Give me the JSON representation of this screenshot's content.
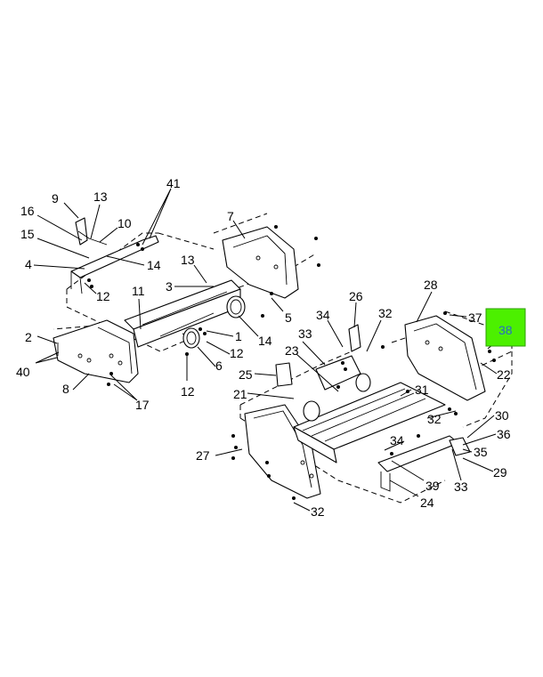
{
  "diagram": {
    "highlight_color": "#4cf000",
    "highlighted_callout": "38",
    "callouts": [
      {
        "id": "c9",
        "text": "9"
      },
      {
        "id": "c13a",
        "text": "13"
      },
      {
        "id": "c41",
        "text": "41"
      },
      {
        "id": "c16",
        "text": "16"
      },
      {
        "id": "c10",
        "text": "10"
      },
      {
        "id": "c7",
        "text": "7"
      },
      {
        "id": "c15",
        "text": "15"
      },
      {
        "id": "c4",
        "text": "4"
      },
      {
        "id": "c14a",
        "text": "14"
      },
      {
        "id": "c13b",
        "text": "13"
      },
      {
        "id": "c3",
        "text": "3"
      },
      {
        "id": "c12a",
        "text": "12"
      },
      {
        "id": "c11",
        "text": "11"
      },
      {
        "id": "c5",
        "text": "5"
      },
      {
        "id": "c26",
        "text": "26"
      },
      {
        "id": "c28",
        "text": "28"
      },
      {
        "id": "c34a",
        "text": "34"
      },
      {
        "id": "c32a",
        "text": "32"
      },
      {
        "id": "c37",
        "text": "37"
      },
      {
        "id": "c2",
        "text": "2"
      },
      {
        "id": "c1",
        "text": "1"
      },
      {
        "id": "c14b",
        "text": "14"
      },
      {
        "id": "c33a",
        "text": "33"
      },
      {
        "id": "c40",
        "text": "40"
      },
      {
        "id": "c12b",
        "text": "12"
      },
      {
        "id": "c6",
        "text": "6"
      },
      {
        "id": "c23",
        "text": "23"
      },
      {
        "id": "c22",
        "text": "22"
      },
      {
        "id": "c8",
        "text": "8"
      },
      {
        "id": "c12c",
        "text": "12"
      },
      {
        "id": "c25",
        "text": "25"
      },
      {
        "id": "c31",
        "text": "31"
      },
      {
        "id": "c17",
        "text": "17"
      },
      {
        "id": "c21",
        "text": "21"
      },
      {
        "id": "c32b",
        "text": "32"
      },
      {
        "id": "c30",
        "text": "30"
      },
      {
        "id": "c36",
        "text": "36"
      },
      {
        "id": "c34b",
        "text": "34"
      },
      {
        "id": "c35",
        "text": "35"
      },
      {
        "id": "c27",
        "text": "27"
      },
      {
        "id": "c29",
        "text": "29"
      },
      {
        "id": "c33b",
        "text": "33"
      },
      {
        "id": "c39",
        "text": "39"
      },
      {
        "id": "c24",
        "text": "24"
      },
      {
        "id": "c32c",
        "text": "32"
      },
      {
        "id": "c38",
        "text": "38"
      }
    ]
  }
}
